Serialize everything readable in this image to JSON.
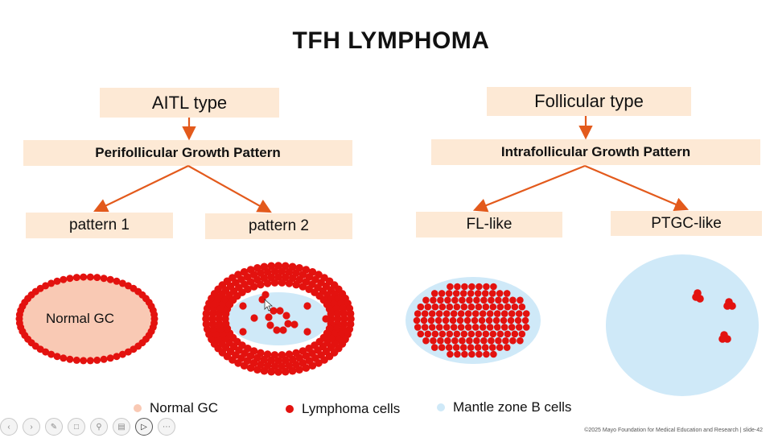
{
  "title": "TFH LYMPHOMA",
  "left": {
    "type_label": "AITL type",
    "pattern_label": "Perifollicular Growth Pattern",
    "sub1": "pattern 1",
    "sub2": "pattern 2",
    "inner_label": "Normal GC"
  },
  "right": {
    "type_label": "Follicular type",
    "pattern_label": "Intrafollicular Growth Pattern",
    "sub1": "FL-like",
    "sub2": "PTGC-like"
  },
  "legend": {
    "normal_gc": "Normal GC",
    "lymphoma": "Lymphoma cells",
    "mantle": "Mantle zone B cells"
  },
  "colors": {
    "normal_gc": "#f9c9b4",
    "lymphoma": "#e3120f",
    "mantle": "#cfe9f8",
    "box": "#fde9d5",
    "arrow": "#e35a1c"
  },
  "footer": "©2025 Mayo Foundation for Medical Education and Research  |  slide-42",
  "toolbar_icons": [
    "back-icon",
    "forward-icon",
    "pen-icon",
    "slides-icon",
    "zoom-icon",
    "subtitles-icon",
    "camera-icon",
    "more-icon"
  ]
}
